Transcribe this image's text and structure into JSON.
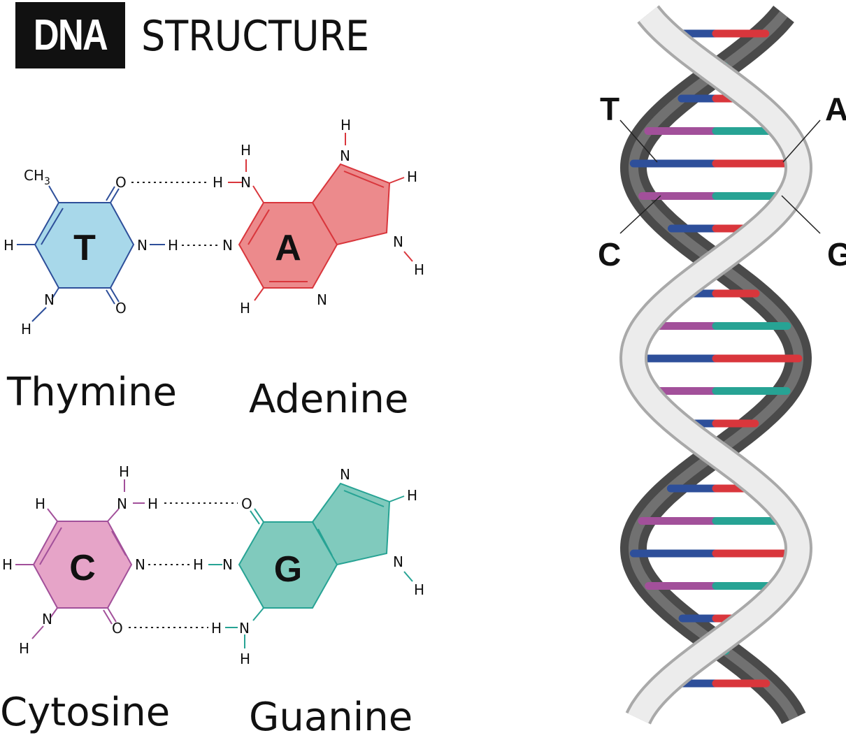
{
  "title": {
    "tag": "DNA",
    "rest": "STRUCTURE"
  },
  "bases": {
    "thymine": {
      "letter": "T",
      "name": "Thymine",
      "fill": "#a8d8ea",
      "stroke": "#2e4f9a"
    },
    "adenine": {
      "letter": "A",
      "name": "Adenine",
      "fill": "#ec8a8c",
      "stroke": "#d9363c"
    },
    "cytosine": {
      "letter": "C",
      "name": "Cytosine",
      "fill": "#e6a4c8",
      "stroke": "#a2509a"
    },
    "guanine": {
      "letter": "G",
      "name": "Guanine",
      "fill": "#80cabd",
      "stroke": "#27a394"
    }
  },
  "atoms": {
    "ta": {
      "ch3_c": "CH",
      "ch3_sub": "3",
      "o_top": "O",
      "h_left": "H",
      "n_right": "N",
      "h_bond": "H",
      "o_bottom": "O",
      "n_bottom": "N",
      "h_bottom": "H",
      "a_h_top": "H",
      "a_n_top": "N",
      "a_h_amine": "H",
      "a_n_left": "N",
      "a_h_left": "H",
      "a_n_bottom": "N",
      "a_n_five_top": "N",
      "a_h_five_top": "H",
      "a_h_five_right": "H",
      "a_n_five_right": "N",
      "a_h_nh": "H"
    },
    "cg": {
      "c_h_top": "H",
      "c_n_top": "N",
      "c_h_amine": "H",
      "c_h_upper_left": "H",
      "c_h_left": "H",
      "c_n_right": "N",
      "c_o_bottom": "O",
      "c_n_bottom": "N",
      "c_h_bottom": "H",
      "g_o_top": "O",
      "g_h_bond": "H",
      "g_n_left": "N",
      "g_h_amine": "H",
      "g_n_bottom": "N",
      "g_h_bottom": "H",
      "g_n_five_top": "N",
      "g_h_five_right": "H",
      "g_n_five_right": "N",
      "g_h_nh": "H"
    }
  },
  "helix_labels": {
    "t": "T",
    "a": "A",
    "c": "C",
    "g": "G"
  },
  "colors": {
    "blue": "#2e4f9a",
    "red": "#d9363c",
    "purple": "#a2509a",
    "teal": "#27a394",
    "strand_dark": "#5b5b5b",
    "strand_light": "#e4e4e4"
  }
}
